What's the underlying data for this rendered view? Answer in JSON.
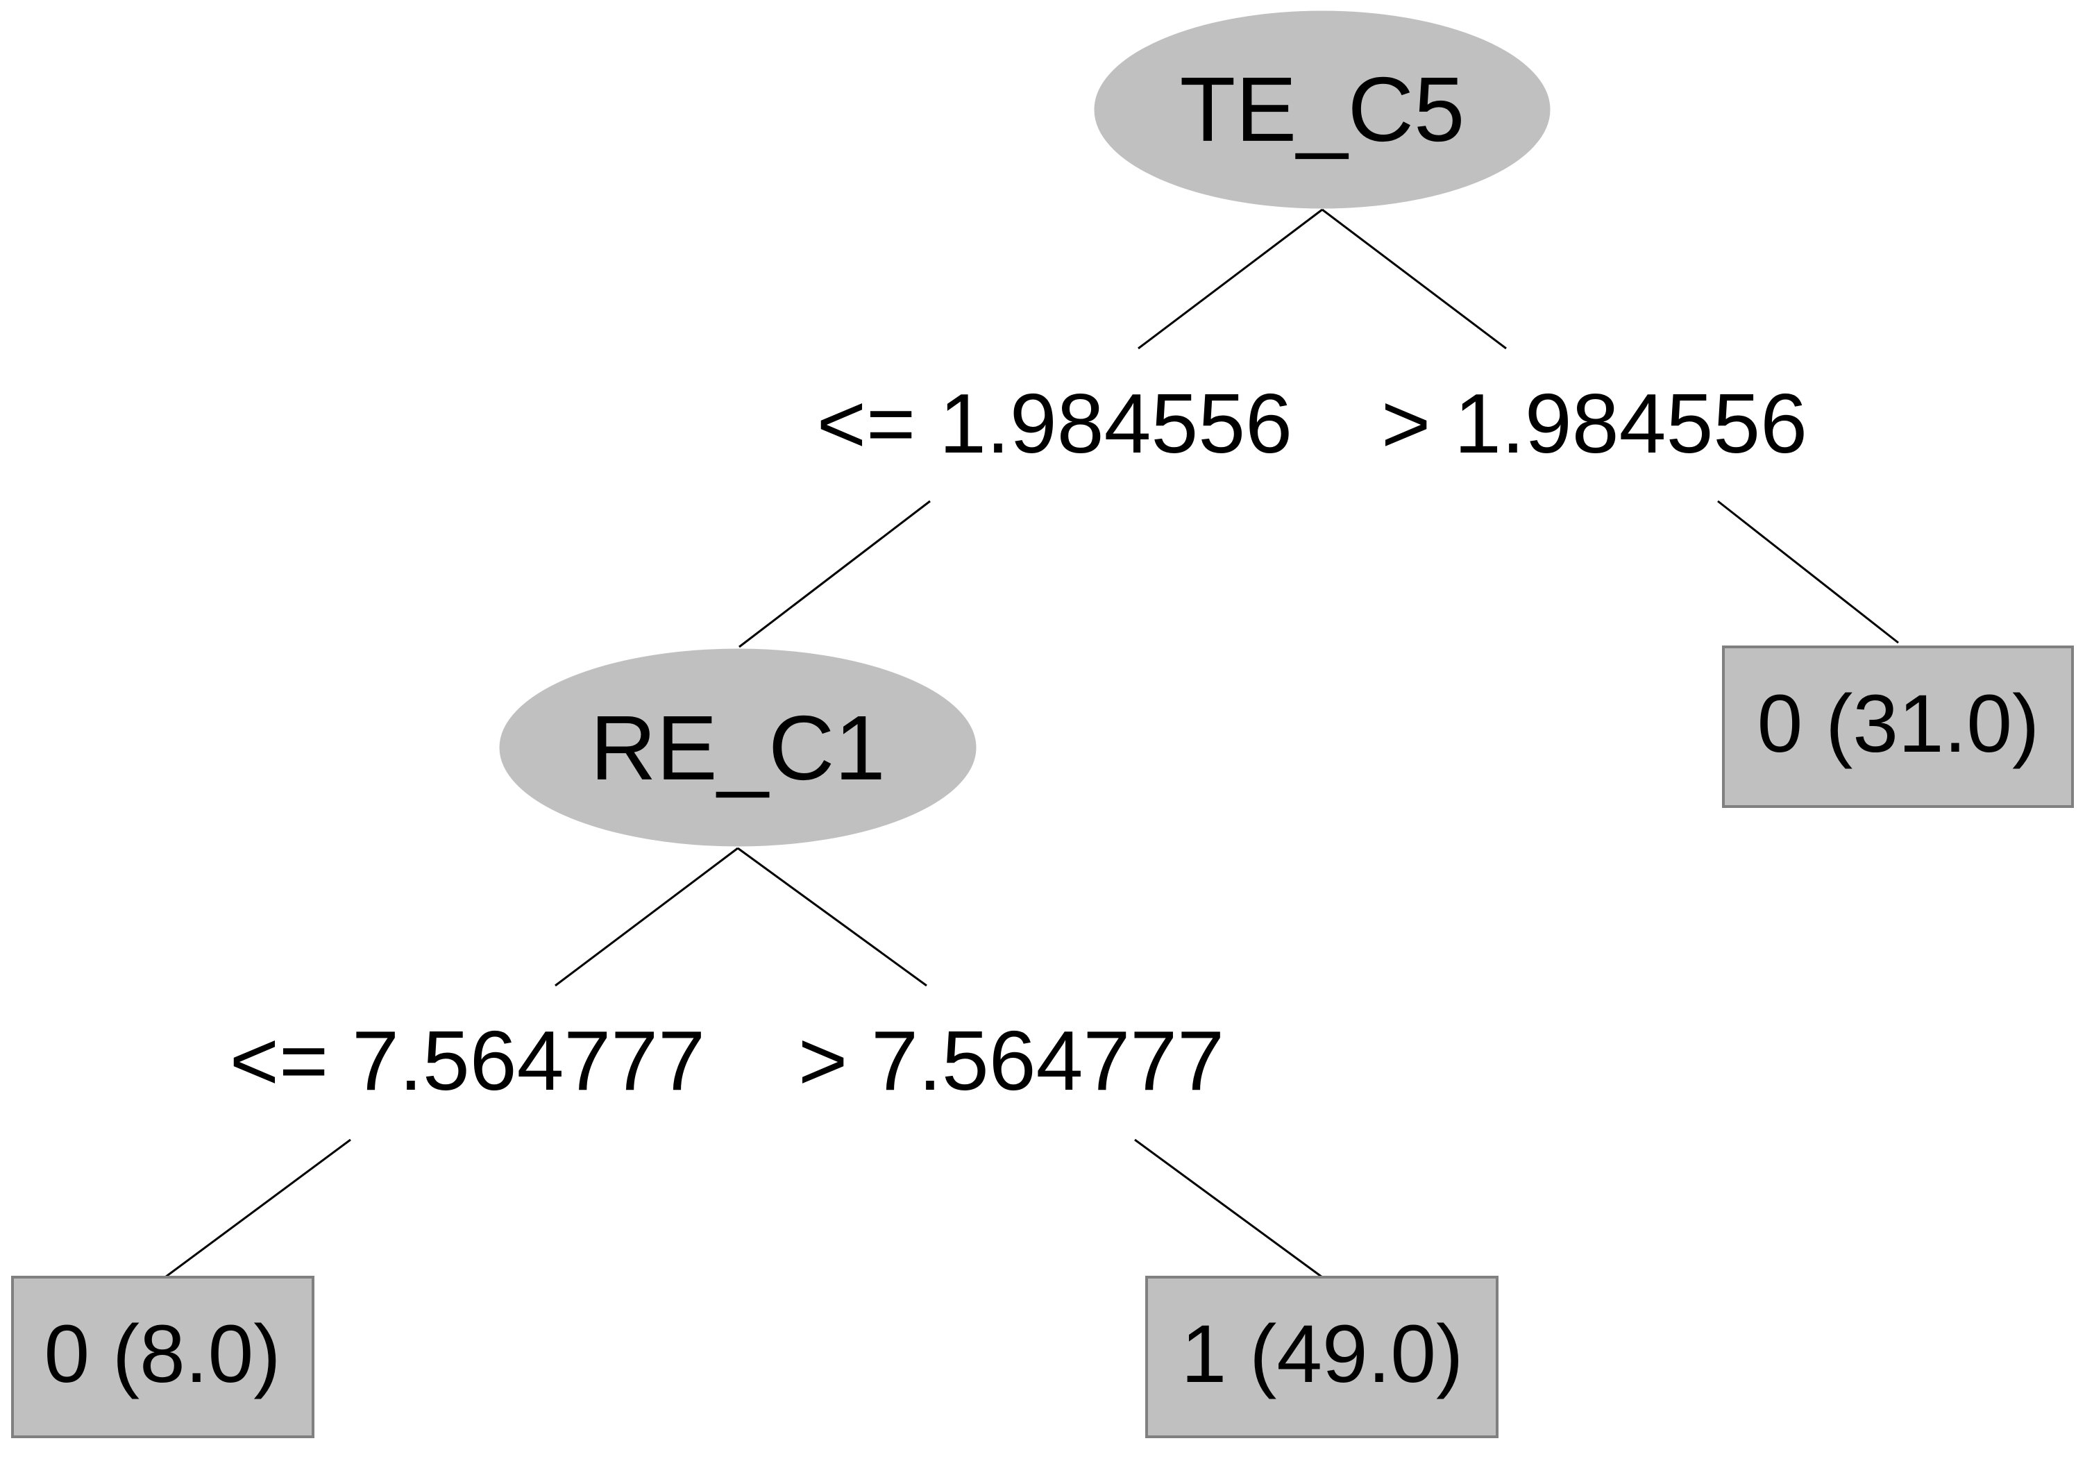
{
  "tree": {
    "nodes": {
      "root": {
        "label": "TE_C5"
      },
      "re_c1": {
        "label": "RE_C1"
      }
    },
    "leaves": {
      "leaf_31": {
        "label": "0 (31.0)"
      },
      "leaf_8": {
        "label": "0 (8.0)"
      },
      "leaf_49": {
        "label": "1 (49.0)"
      }
    },
    "edges": {
      "root_left": {
        "label": "<= 1.984556"
      },
      "root_right": {
        "label": "> 1.984556"
      },
      "re_left": {
        "label": "<= 7.564777"
      },
      "re_right": {
        "label": "> 7.564777"
      }
    }
  },
  "colors": {
    "node_fill": "#c0c0c0",
    "leaf_fill": "#c0c0c0",
    "leaf_border": "#808080",
    "line": "#000000",
    "background": "#ffffff"
  }
}
